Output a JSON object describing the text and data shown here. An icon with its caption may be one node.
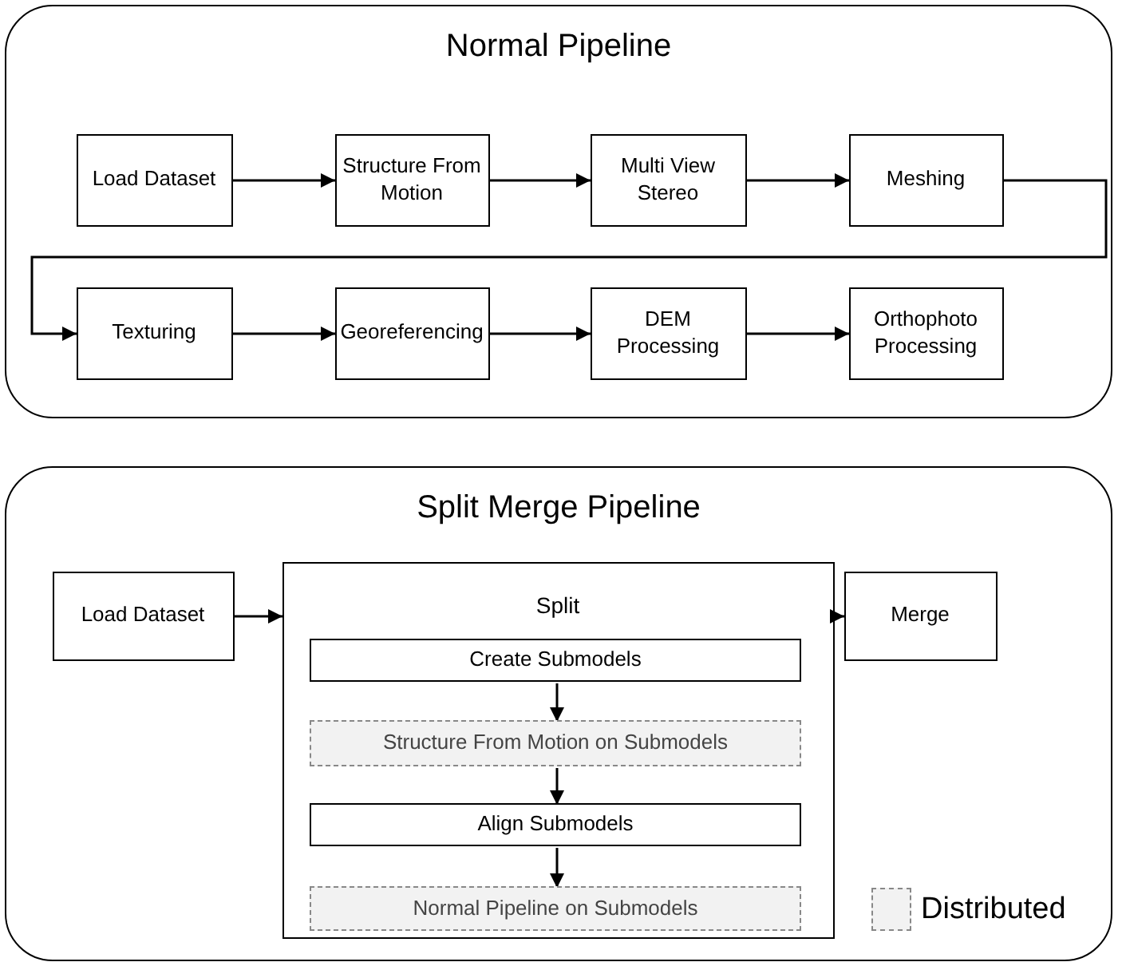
{
  "diagram": {
    "nodes": [
      {
        "text": [
          "Normal Pipeline"
        ]
      },
      {
        "text": [
          "Load Dataset"
        ],
        "in": 0
      },
      {
        "text": [
          "Structure From Motion"
        ],
        "in": 0
      },
      {
        "text": [
          "Multi View Stereo"
        ],
        "in": 0
      },
      {
        "text": [
          "Meshing"
        ],
        "in": 0
      },
      {
        "text": [
          "Texturing"
        ],
        "in": 0
      },
      {
        "text": [
          "Georeferencing"
        ],
        "in": 0
      },
      {
        "text": [
          "DEM Processing"
        ],
        "in": 0
      },
      {
        "text": [
          "Orthophoto Processing"
        ],
        "in": 0
      },
      {
        "text": [
          "Split Merge Pipeline"
        ]
      },
      {
        "text": [
          "Load Dataset"
        ],
        "in": 9
      },
      {
        "text": [
          "Split"
        ],
        "in": 9
      },
      {
        "text": [
          "Create Submodels"
        ],
        "in": 11
      },
      {
        "text": [
          "Structure From Motion on Submodels"
        ],
        "in": 11
      },
      {
        "text": [
          "Align Submodels"
        ],
        "in": 11
      },
      {
        "text": [
          "Normal Pipeline on Submodels"
        ],
        "in": 11
      },
      {
        "text": [
          "Merge"
        ],
        "in": 9
      }
    ],
    "edges": [
      {
        "from": 1,
        "to": 2,
        "arrow": "to"
      },
      {
        "from": 2,
        "to": 3,
        "arrow": "to"
      },
      {
        "from": 3,
        "to": 4,
        "arrow": "to"
      },
      {
        "from": 4,
        "to": 5,
        "arrow": "to"
      },
      {
        "from": 5,
        "to": 6,
        "arrow": "to"
      },
      {
        "from": 6,
        "to": 7,
        "arrow": "to"
      },
      {
        "from": 7,
        "to": 8,
        "arrow": "to"
      },
      {
        "from": 10,
        "to": 11,
        "arrow": "to"
      },
      {
        "from": 11,
        "to": 16,
        "arrow": "to"
      },
      {
        "from": 12,
        "to": 13,
        "arrow": "to"
      },
      {
        "from": 13,
        "to": 14,
        "arrow": "to"
      },
      {
        "from": 14,
        "to": 15,
        "arrow": "to"
      }
    ],
    "legend": [
      {
        "text": "Distributed"
      }
    ]
  }
}
